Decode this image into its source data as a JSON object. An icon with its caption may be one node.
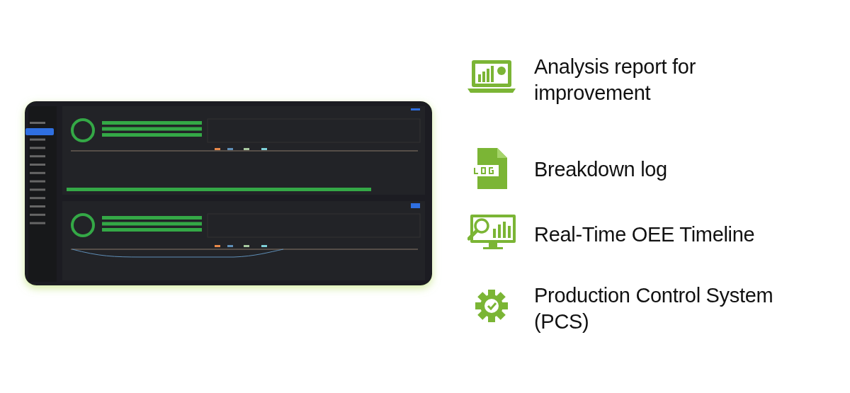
{
  "diagram": {
    "labels": [
      "Analysis report for improvement",
      "Breakdown log",
      "Real-Time OEE Timeline",
      "Production Control System (PCS)"
    ]
  }
}
